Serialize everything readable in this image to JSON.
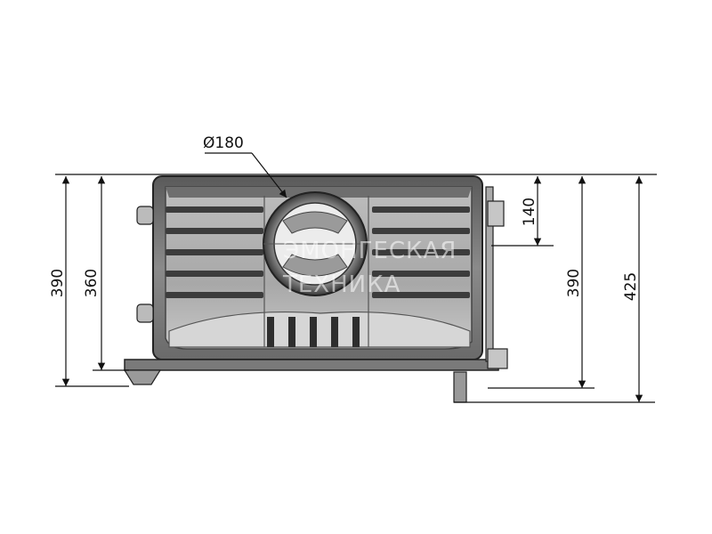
{
  "diameter_label": "Ø180",
  "dimensions": {
    "left_outer": "390",
    "left_inner": "360",
    "right_small": "140",
    "right_mid": "390",
    "right_outer": "425"
  },
  "watermark": {
    "line1": "ЭМОНГЕСКАЯ",
    "line2": "ТЕХНИКА"
  }
}
